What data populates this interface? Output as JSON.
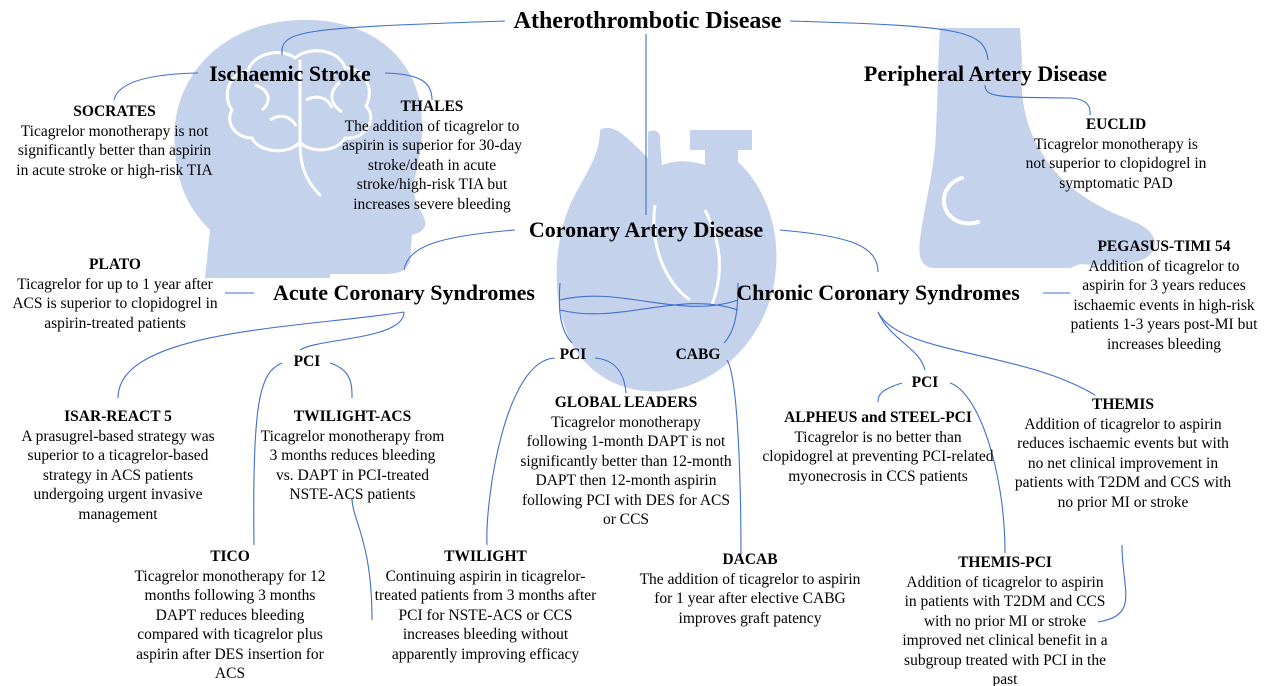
{
  "colors": {
    "line": "#3f6fcf",
    "silhouette": "#c5d2ec"
  },
  "headings": {
    "atherothrombotic": "Atherothrombotic Disease",
    "stroke": "Ischaemic Stroke",
    "pad": "Peripheral Artery Disease",
    "cad": "Coronary Artery Disease",
    "acs": "Acute Coronary Syndromes",
    "ccs": "Chronic Coronary Syndromes",
    "pci_acs": "PCI",
    "pci_mid": "PCI",
    "cabg": "CABG",
    "pci_ccs": "PCI"
  },
  "trials": {
    "socrates": {
      "title": "SOCRATES",
      "desc": "Ticagrelor monotherapy is not significantly better than aspirin in acute stroke or high-risk TIA"
    },
    "thales": {
      "title": "THALES",
      "desc": "The addition of ticagrelor to aspirin is superior for 30-day stroke/death in acute stroke/high-risk TIA but increases severe bleeding"
    },
    "euclid": {
      "title": "EUCLID",
      "desc": "Ticagrelor monotherapy is not superior to clopidogrel in symptomatic PAD"
    },
    "plato": {
      "title": "PLATO",
      "desc": "Ticagrelor for up to 1 year after ACS is superior to clopidogrel in aspirin-treated patients"
    },
    "pegasus": {
      "title": "PEGASUS-TIMI 54",
      "desc": "Addition of ticagrelor to aspirin for 3 years reduces ischaemic events in high-risk patients 1-3 years post-MI but increases bleeding"
    },
    "isar": {
      "title": "ISAR-REACT 5",
      "desc": "A prasugrel-based strategy was superior to a ticagrelor-based strategy in ACS patients undergoing urgent invasive management"
    },
    "twilight_acs": {
      "title": "TWILIGHT-ACS",
      "desc": "Ticagrelor monotherapy from 3 months reduces bleeding vs. DAPT in PCI-treated NSTE-ACS patients"
    },
    "global_leaders": {
      "title": "GLOBAL LEADERS",
      "desc": "Ticagrelor monotherapy following 1-month DAPT is not significantly better than 12-month DAPT then 12-month aspirin following PCI with DES for ACS or CCS"
    },
    "alpheus": {
      "title": "ALPHEUS and STEEL-PCI",
      "desc": "Ticagrelor is no better than clopidogrel at preventing PCI-related myonecrosis in CCS patients"
    },
    "themis": {
      "title": "THEMIS",
      "desc": "Addition of ticagrelor to aspirin reduces ischaemic events but with no net clinical improvement in patients with T2DM and CCS with no prior MI or stroke"
    },
    "tico": {
      "title": "TICO",
      "desc": "Ticagrelor monotherapy for 12 months following 3 months DAPT reduces bleeding compared with ticagrelor plus aspirin after DES insertion for ACS"
    },
    "twilight": {
      "title": "TWILIGHT",
      "desc": "Continuing aspirin in ticagrelor-treated patients from 3 months after PCI for NSTE-ACS or CCS increases bleeding without apparently improving efficacy"
    },
    "dacab": {
      "title": "DACAB",
      "desc": "The addition of ticagrelor to aspirin for 1 year after elective CABG improves graft patency"
    },
    "themis_pci": {
      "title": "THEMIS-PCI",
      "desc": "Addition of ticagrelor to aspirin in patients with T2DM and CCS with no prior MI or stroke improved net clinical benefit in a subgroup treated with PCI in the past"
    }
  },
  "icons": [
    "brain-head-icon",
    "heart-icon",
    "foot-icon"
  ]
}
